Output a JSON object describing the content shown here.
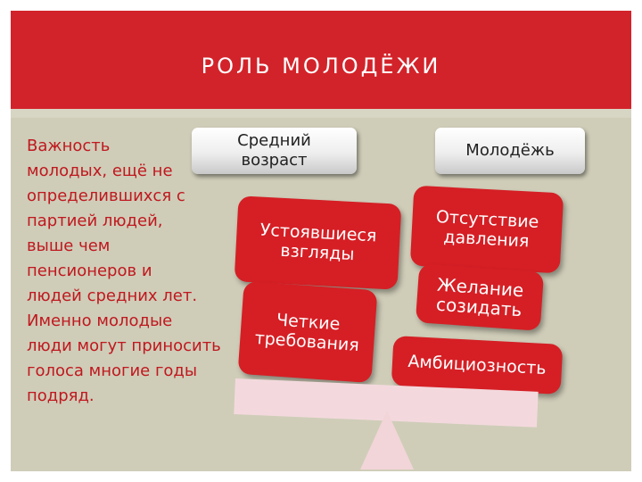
{
  "slide": {
    "title": "РОЛЬ МОЛОДЁЖИ",
    "body_lines": [
      "Важность",
      "молодых, ещё не",
      "определившихся с",
      "партией людей,",
      "выше чем",
      "пенсионеров и",
      "людей средних лет.",
      "Именно молодые",
      "люди могут приносить",
      "голоса многие годы",
      "подряд."
    ],
    "headers": {
      "middle_age_line1": "Средний",
      "middle_age_line2": "возраст",
      "youth": "Молодёжь"
    },
    "left_cards": [
      {
        "line1": "Устоявшиеся",
        "line2": "взгляды"
      },
      {
        "line1": "Четкие",
        "line2": "требования"
      }
    ],
    "right_cards": [
      {
        "line1": "Отсутствие",
        "line2": "давления"
      },
      {
        "line1": "Желание",
        "line2": "созидать"
      },
      {
        "line1": "Амбициозность",
        "line2": ""
      }
    ],
    "colors": {
      "accent_red": "#d3232a",
      "background": "#cfcdb8",
      "body_text": "#c0181f",
      "scale_pink": "#f3d9dd"
    }
  }
}
